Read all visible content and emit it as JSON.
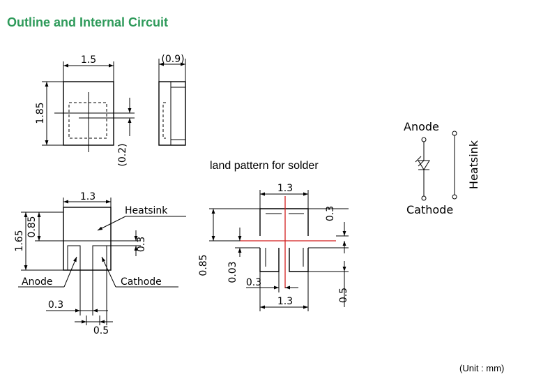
{
  "title": "Outline and Internal Circuit",
  "land_pattern_title": "land pattern for solder",
  "unit": "(Unit : mm)",
  "colors": {
    "title": "#2e9a5a",
    "center_line": "#d21f1f"
  },
  "outline_top": {
    "width": "1.5",
    "height": "1.85",
    "offset": "(0.2)"
  },
  "outline_side": {
    "thickness": "(0.9)"
  },
  "bottom_view": {
    "width": "1.3",
    "height_total": "1.65",
    "height_heatsink": "0.85",
    "gap": "0.3",
    "pad_width": "0.3",
    "pad_pitch": "0.5",
    "heatsink_label": "Heatsink",
    "anode_label": "Anode",
    "cathode_label": "Cathode"
  },
  "land_pattern": {
    "width_top": "1.3",
    "width_bottom": "1.3",
    "height_top": "0.3",
    "height_left": "0.85",
    "offset": "0.03",
    "pad_width": "0.3",
    "pad_height": "0.5"
  },
  "circuit": {
    "anode_label": "Anode",
    "cathode_label": "Cathode",
    "heatsink_label": "Heatsink"
  }
}
